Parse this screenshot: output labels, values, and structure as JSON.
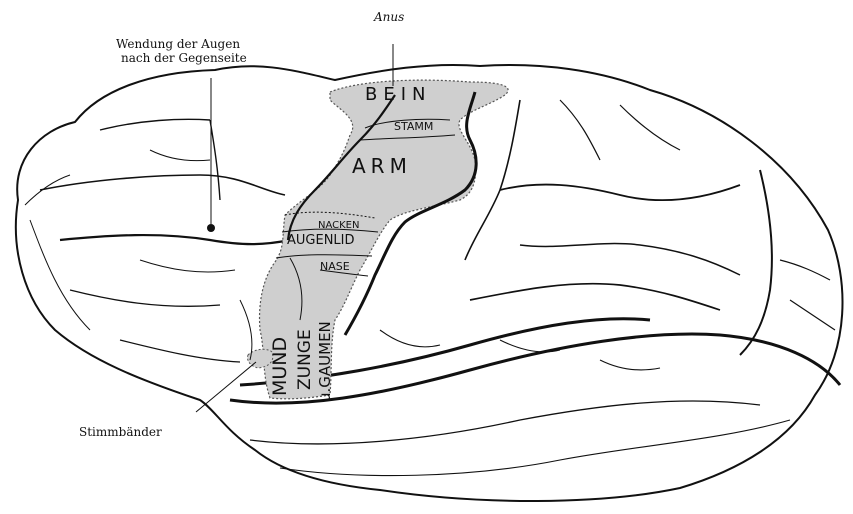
{
  "labels": {
    "anus": "Anus",
    "eye_turn_line1": "Wendung der Augen",
    "eye_turn_line2": "nach der Gegenseite",
    "vocal_cords": "Stimmbänder"
  },
  "regions": {
    "bein": "BEIN",
    "stamm": "STAMM",
    "arm": "ARM",
    "nacken": "NACKEN",
    "augenlid": "AUGENLID",
    "nase": "NASE",
    "mund": "MUND",
    "zunge": "ZUNGE",
    "gaumen": "u.GAUMEN"
  },
  "colors": {
    "motor_area": "#cfcfcf",
    "outline": "#111111"
  }
}
